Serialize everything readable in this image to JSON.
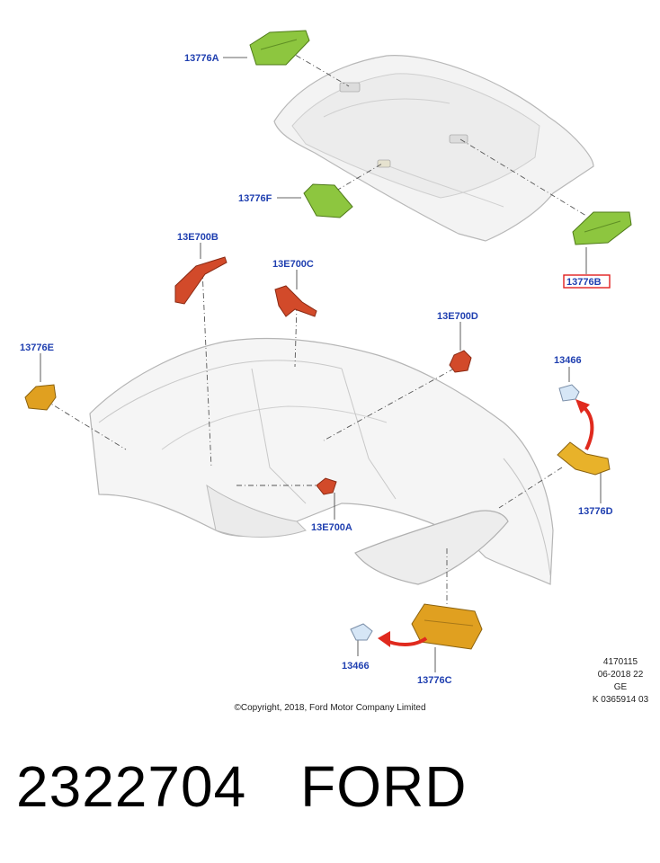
{
  "callouts": {
    "c13776A": "13776A",
    "c13776F": "13776F",
    "c13776B": "13776B",
    "c13E700B": "13E700B",
    "c13E700C": "13E700C",
    "c13E700D": "13E700D",
    "c13776E": "13776E",
    "c13466_right": "13466",
    "c13776D": "13776D",
    "c13E700A": "13E700A",
    "c13466_bottom": "13466",
    "c13776C": "13776C"
  },
  "metadata": {
    "line1": "4170115",
    "line2": "06-2018 22",
    "line3": "GE",
    "line4": "K 0365914 03"
  },
  "copyright": "©Copyright, 2018, Ford Motor Company Limited",
  "footer": {
    "part_number": "2322704",
    "brand": "FORD"
  },
  "colors": {
    "green_part": "#8dc63f",
    "orange_part": "#e0a020",
    "red_part": "#d24a2a",
    "clip_blue": "#d6e6f6",
    "callout_text": "#1f3fb0",
    "highlight_box": "#e02020",
    "arrow_red": "#e02a1e"
  }
}
